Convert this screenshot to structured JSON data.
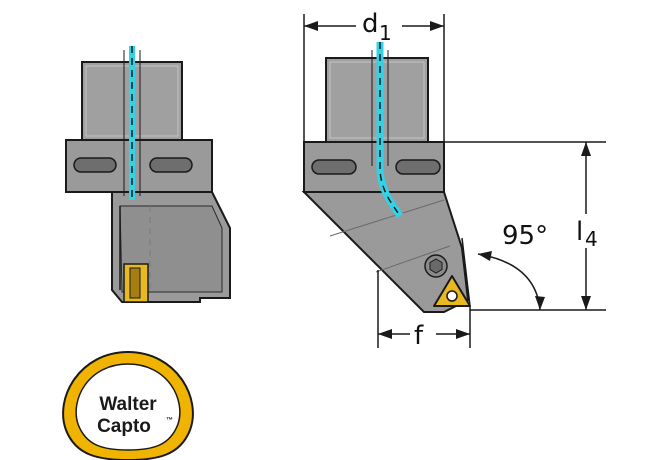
{
  "labels": {
    "d_main": "d",
    "d_sub": "1",
    "l_main": "l",
    "l_sub": "4",
    "f": "f",
    "angle": "95°"
  },
  "logo": {
    "line1": "Walter",
    "line2": "Capto",
    "mark": "™"
  },
  "colors": {
    "body": "#9a9a9a",
    "body_dark": "#7d7d7d",
    "body_light": "#b4b4b4",
    "coolant": "#2fd4e8",
    "insert": "#e8b820",
    "logo_ring": "#f0b400",
    "outline": "#1a1a1a"
  }
}
